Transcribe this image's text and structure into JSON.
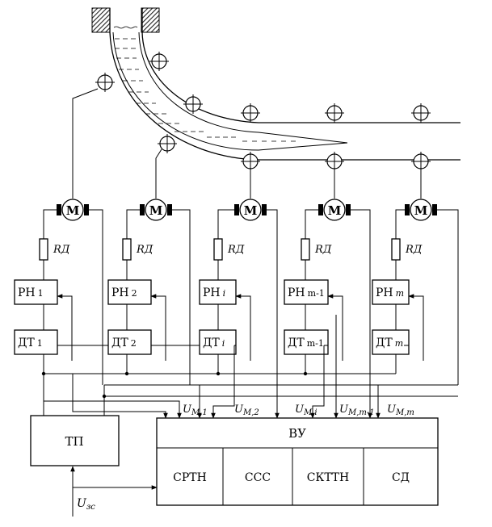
{
  "colors": {
    "ink": "#000000",
    "paper": "#ffffff",
    "hatch": "#222222"
  },
  "drive_units": [
    {
      "motor": "M",
      "resistor": "RД",
      "regulator": "РН",
      "regulator_index": "1",
      "sensor": "ДТ",
      "sensor_index": "1",
      "signal": "U",
      "signal_sub": "M,1"
    },
    {
      "motor": "M",
      "resistor": "RД",
      "regulator": "РН",
      "regulator_index": "2",
      "sensor": "ДТ",
      "sensor_index": "2",
      "signal": "U",
      "signal_sub": "M,2"
    },
    {
      "motor": "M",
      "resistor": "RД",
      "regulator": "РН",
      "regulator_index": "i",
      "sensor": "ДТ",
      "sensor_index": "i",
      "signal": "U",
      "signal_sub": "M,i"
    },
    {
      "motor": "M",
      "resistor": "RД",
      "regulator": "РН",
      "regulator_index": "m-1",
      "sensor": "ДТ",
      "sensor_index": "m-1",
      "signal": "U",
      "signal_sub": "M,m-1"
    },
    {
      "motor": "M",
      "resistor": "RД",
      "regulator": "РН",
      "regulator_index": "m",
      "sensor": "ДТ",
      "sensor_index": "m",
      "signal": "U",
      "signal_sub": "M,m"
    }
  ],
  "converter_label": "ТП",
  "control_unit": {
    "label": "ВУ",
    "subsystems": [
      "СРТН",
      "ССС",
      "СКТТН",
      "СД"
    ]
  },
  "reference_input": {
    "symbol": "U",
    "subscript": "зс"
  }
}
